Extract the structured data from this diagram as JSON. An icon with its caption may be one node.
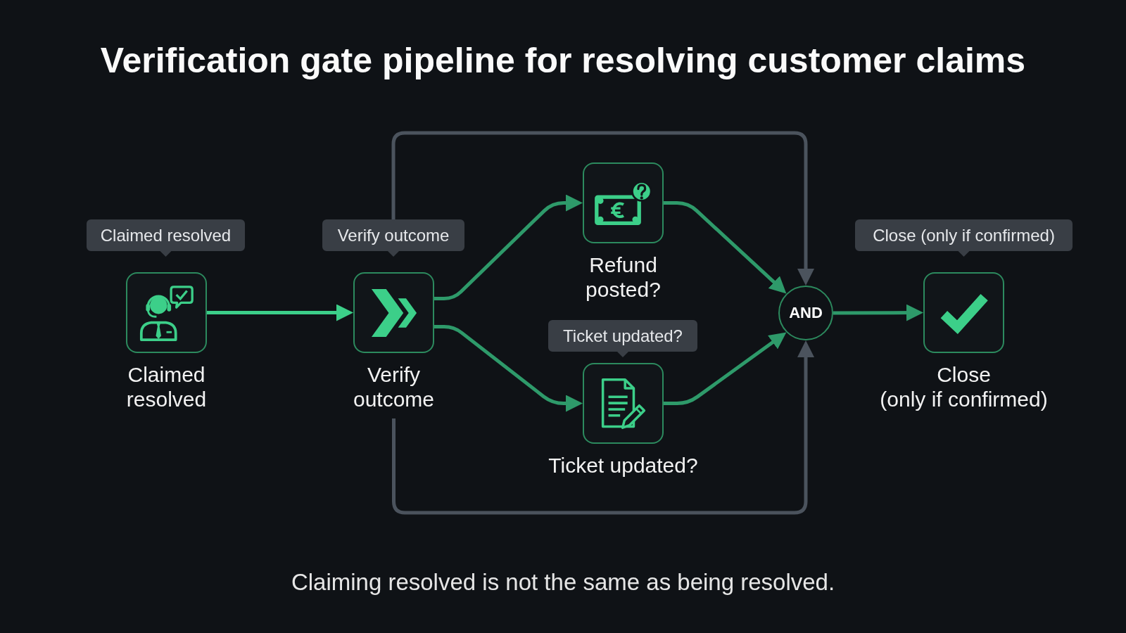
{
  "diagram": {
    "title": "Verification gate pipeline for resolving customer claims",
    "caption": "Claiming resolved is not the same as being resolved.",
    "nodes": [
      {
        "text": [
          "Claimed resolved"
        ]
      },
      {
        "text": [
          "Claimed resolved"
        ]
      },
      {
        "text": [
          "Verify outcome"
        ]
      },
      {
        "text": [
          "Verify outcome"
        ]
      },
      {
        "text": [
          "Refund posted?"
        ]
      },
      {
        "text": [
          "Ticket updated?"
        ]
      },
      {
        "text": [
          "Ticket updated?"
        ]
      },
      {
        "text": [
          "AND"
        ]
      },
      {
        "text": [
          "Close (only if confirmed)"
        ]
      },
      {
        "text": [
          "Close (only if confirmed)"
        ]
      }
    ],
    "edges": [
      {
        "from": 1,
        "to": 3,
        "arrow": "to",
        "color": "#3ccf89"
      },
      {
        "from": 3,
        "to": 4,
        "arrow": "to"
      },
      {
        "from": 3,
        "to": 6,
        "arrow": "to"
      },
      {
        "from": 4,
        "to": 7,
        "arrow": "to"
      },
      {
        "from": 6,
        "to": 7,
        "arrow": "to"
      },
      {
        "from": 7,
        "to": 9,
        "arrow": "to"
      },
      {
        "from": 2,
        "to": 7,
        "arrow": "to",
        "color": "#4b535d"
      },
      {
        "from": 3,
        "to": 7,
        "arrow": "to",
        "color": "#4b535d"
      }
    ]
  }
}
